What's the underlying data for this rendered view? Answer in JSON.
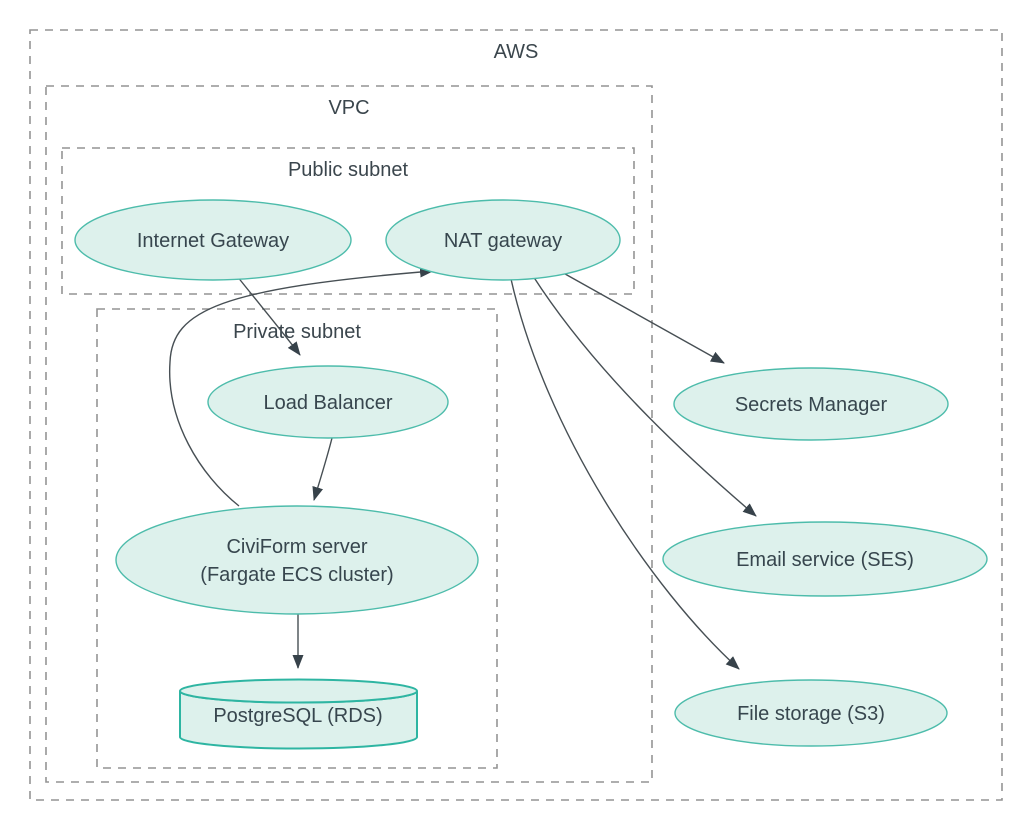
{
  "diagram": {
    "containers": {
      "aws": {
        "label": "AWS"
      },
      "vpc": {
        "label": "VPC"
      },
      "public_subnet": {
        "label": "Public subnet"
      },
      "private_subnet": {
        "label": "Private subnet"
      }
    },
    "nodes": {
      "internet_gateway": {
        "label": "Internet Gateway",
        "shape": "ellipse"
      },
      "nat_gateway": {
        "label": "NAT gateway",
        "shape": "ellipse"
      },
      "load_balancer": {
        "label": "Load Balancer",
        "shape": "ellipse"
      },
      "civiform_server": {
        "label_line1": "CiviForm server",
        "label_line2": "(Fargate ECS cluster)",
        "shape": "ellipse"
      },
      "postgresql": {
        "label": "PostgreSQL (RDS)",
        "shape": "cylinder"
      },
      "secrets_manager": {
        "label": "Secrets Manager",
        "shape": "ellipse"
      },
      "email_service": {
        "label": "Email service (SES)",
        "shape": "ellipse"
      },
      "file_storage": {
        "label": "File storage (S3)",
        "shape": "ellipse"
      }
    },
    "edges": [
      {
        "from": "internet_gateway",
        "to": "load_balancer"
      },
      {
        "from": "load_balancer",
        "to": "civiform_server"
      },
      {
        "from": "civiform_server",
        "to": "nat_gateway"
      },
      {
        "from": "civiform_server",
        "to": "postgresql"
      },
      {
        "from": "nat_gateway",
        "to": "secrets_manager"
      },
      {
        "from": "nat_gateway",
        "to": "email_service"
      },
      {
        "from": "nat_gateway",
        "to": "file_storage"
      }
    ],
    "colors": {
      "node_fill": "#ddf1ec",
      "node_stroke": "#4dbcab",
      "cylinder_stroke": "#2eb5a2",
      "text": "#37464e",
      "container_stroke": "#949494",
      "edge": "#474f54",
      "arrowhead": "#37424a",
      "background": "#ffffff"
    }
  }
}
